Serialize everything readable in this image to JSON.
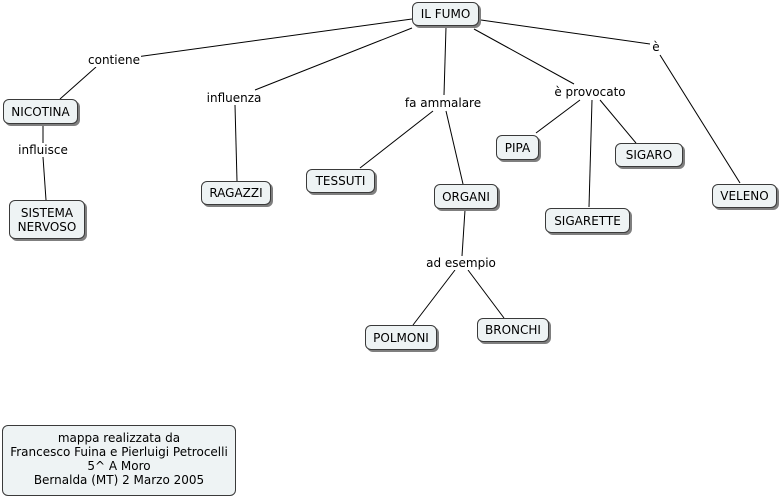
{
  "concepts": {
    "il_fumo": "IL FUMO",
    "nicotina": "NICOTINA",
    "sistema_nervoso": "SISTEMA\nNERVOSO",
    "ragazzi": "RAGAZZI",
    "tessuti": "TESSUTI",
    "organi": "ORGANI",
    "polmoni": "POLMONI",
    "bronchi": "BRONCHI",
    "pipa": "PIPA",
    "sigaro": "SIGARO",
    "sigarette": "SIGARETTE",
    "veleno": "VELENO"
  },
  "links": {
    "contiene": "contiene",
    "influisce": "influisce",
    "influenza": "influenza",
    "fa_ammalare": "fa ammalare",
    "ad_esempio": "ad esempio",
    "e_provocato": "è provocato",
    "e": "è"
  },
  "credits": [
    "mappa realizzata da",
    "Francesco Fuina e Pierluigi Petrocelli",
    "5^ A Moro",
    "Bernalda (MT) 2 Marzo 2005"
  ]
}
